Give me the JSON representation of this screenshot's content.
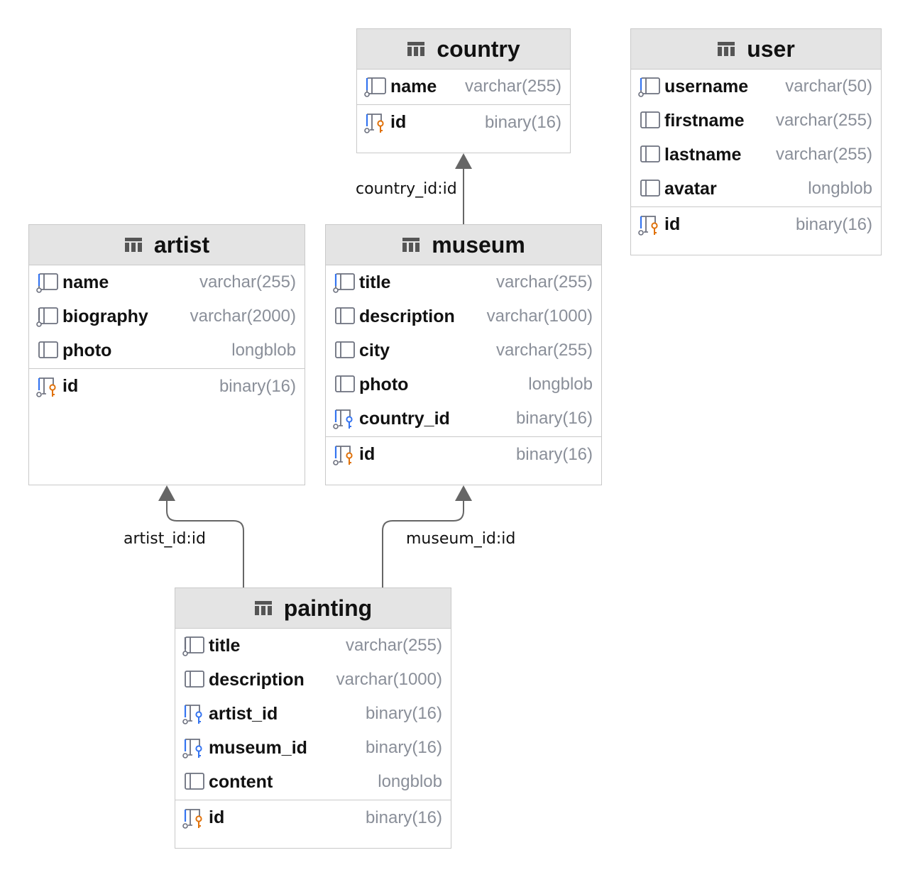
{
  "tables": [
    {
      "name": "country",
      "icon": "table-icon",
      "columns": [
        {
          "name": "name",
          "type": "varchar(255)",
          "icon": "column-icon",
          "accent": "#3574f0"
        }
      ],
      "pk": {
        "name": "id",
        "type": "binary(16)",
        "icon": "primary-key-icon"
      }
    },
    {
      "name": "user",
      "icon": "table-icon",
      "columns": [
        {
          "name": "username",
          "type": "varchar(50)",
          "icon": "column-icon",
          "accent": "#3574f0"
        },
        {
          "name": "firstname",
          "type": "varchar(255)",
          "icon": "column-icon",
          "accent": "none"
        },
        {
          "name": "lastname",
          "type": "varchar(255)",
          "icon": "column-icon",
          "accent": "none"
        },
        {
          "name": "avatar",
          "type": "longblob",
          "icon": "column-icon",
          "accent": "none"
        }
      ],
      "pk": {
        "name": "id",
        "type": "binary(16)",
        "icon": "primary-key-icon"
      }
    },
    {
      "name": "artist",
      "icon": "table-icon",
      "columns": [
        {
          "name": "name",
          "type": "varchar(255)",
          "icon": "column-icon",
          "accent": "#3574f0"
        },
        {
          "name": "biography",
          "type": "varchar(2000)",
          "icon": "column-icon",
          "accent": "#6c707e"
        },
        {
          "name": "photo",
          "type": "longblob",
          "icon": "column-icon",
          "accent": "none"
        }
      ],
      "pk": {
        "name": "id",
        "type": "binary(16)",
        "icon": "primary-key-icon"
      }
    },
    {
      "name": "museum",
      "icon": "table-icon",
      "columns": [
        {
          "name": "title",
          "type": "varchar(255)",
          "icon": "column-icon",
          "accent": "#3574f0"
        },
        {
          "name": "description",
          "type": "varchar(1000)",
          "icon": "column-icon",
          "accent": "none"
        },
        {
          "name": "city",
          "type": "varchar(255)",
          "icon": "column-icon",
          "accent": "none"
        },
        {
          "name": "photo",
          "type": "longblob",
          "icon": "column-icon",
          "accent": "none"
        },
        {
          "name": "country_id",
          "type": "binary(16)",
          "icon": "foreign-key-icon",
          "accent": "#3574f0"
        }
      ],
      "pk": {
        "name": "id",
        "type": "binary(16)",
        "icon": "primary-key-icon"
      }
    },
    {
      "name": "painting",
      "icon": "table-icon",
      "columns": [
        {
          "name": "title",
          "type": "varchar(255)",
          "icon": "column-icon",
          "accent": "#6c707e"
        },
        {
          "name": "description",
          "type": "varchar(1000)",
          "icon": "column-icon",
          "accent": "none"
        },
        {
          "name": "artist_id",
          "type": "binary(16)",
          "icon": "foreign-key-icon",
          "accent": "#3574f0"
        },
        {
          "name": "museum_id",
          "type": "binary(16)",
          "icon": "foreign-key-icon",
          "accent": "#3574f0"
        },
        {
          "name": "content",
          "type": "longblob",
          "icon": "column-icon",
          "accent": "none"
        }
      ],
      "pk": {
        "name": "id",
        "type": "binary(16)",
        "icon": "primary-key-icon"
      }
    }
  ],
  "relations": [
    {
      "from": "museum",
      "to": "country",
      "label": "country_id:id"
    },
    {
      "from": "painting",
      "to": "artist",
      "label": "artist_id:id"
    },
    {
      "from": "painting",
      "to": "museum",
      "label": "museum_id:id"
    }
  ],
  "colors": {
    "header_bg": "#e4e4e4",
    "border": "#c9c9c9",
    "type_text": "#8a8f99",
    "connector": "#666666",
    "primary_key": "#e0720b",
    "foreign_key": "#3574f0"
  }
}
